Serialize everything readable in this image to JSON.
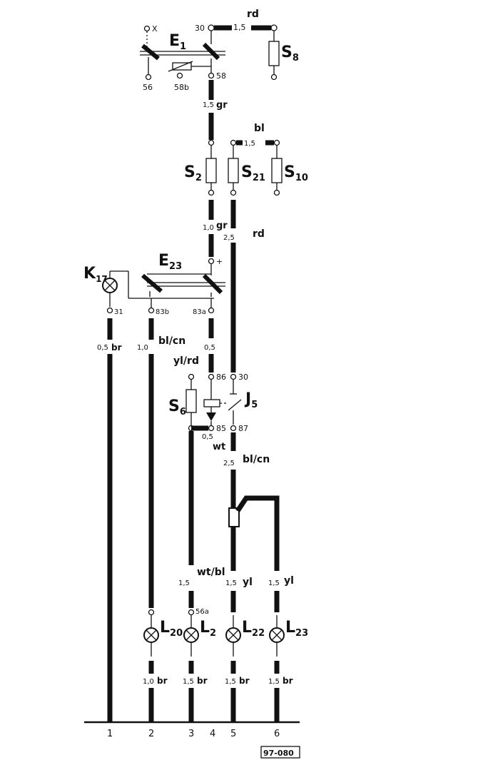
{
  "components": {
    "E1": {
      "main": "E",
      "sub": "1"
    },
    "E23": {
      "main": "E",
      "sub": "23"
    },
    "K17": {
      "main": "K",
      "sub": "17"
    },
    "S8": {
      "main": "S",
      "sub": "8"
    },
    "S2": {
      "main": "S",
      "sub": "2"
    },
    "S21": {
      "main": "S",
      "sub": "21"
    },
    "S10": {
      "main": "S",
      "sub": "10"
    },
    "S6": {
      "main": "S",
      "sub": "6"
    },
    "J5": {
      "main": "J",
      "sub": "5"
    },
    "L20": {
      "main": "L",
      "sub": "20"
    },
    "L2": {
      "main": "L",
      "sub": "2"
    },
    "L22": {
      "main": "L",
      "sub": "22"
    },
    "L23": {
      "main": "L",
      "sub": "23"
    }
  },
  "terminals": {
    "x": "X",
    "t30_top": "30",
    "t56": "56",
    "t58b": "58b",
    "t58": "58",
    "t_plus": "+",
    "t31": "31",
    "t83b": "83b",
    "t83a": "83a",
    "t86": "86",
    "t30_relay": "30",
    "t85": "85",
    "t87": "87",
    "t56a": "56a"
  },
  "wires": {
    "top_size": "1,5",
    "top_color": "rd",
    "s2_in_size": "1,5",
    "s2_in_color": "gr",
    "s21_in_size": "1,5",
    "s21_in_color": "bl",
    "s2_out_size": "1,0",
    "s2_out_color": "gr",
    "s21_out_size": "2,5",
    "s21_out_color": "rd",
    "k17_size": "0,5",
    "k17_color": "br",
    "e23_b_size": "1,0",
    "e23_b_color": "bl/cn",
    "e23_a_size": "0,5",
    "e23_a_color": "yl/rd",
    "j5_85_size": "0,5",
    "j5_85_color": "wt",
    "j5_87_size": "2,5",
    "j5_87_color": "bl/cn",
    "l2_in_size": "1,5",
    "l2_in_color": "wt/bl",
    "l22_in_size": "1,5",
    "l22_in_color": "yl",
    "l23_in_size": "1,5",
    "l23_in_color": "yl",
    "l20_out_size": "1,0",
    "l20_out_color": "br",
    "l2_out_size": "1,5",
    "l2_out_color": "br",
    "l22_out_size": "1,5",
    "l22_out_color": "br",
    "l23_out_size": "1,5",
    "l23_out_color": "br"
  },
  "ground_numbers": [
    "1",
    "2",
    "3",
    "4",
    "5",
    "6"
  ],
  "diagram_code": "97-080"
}
